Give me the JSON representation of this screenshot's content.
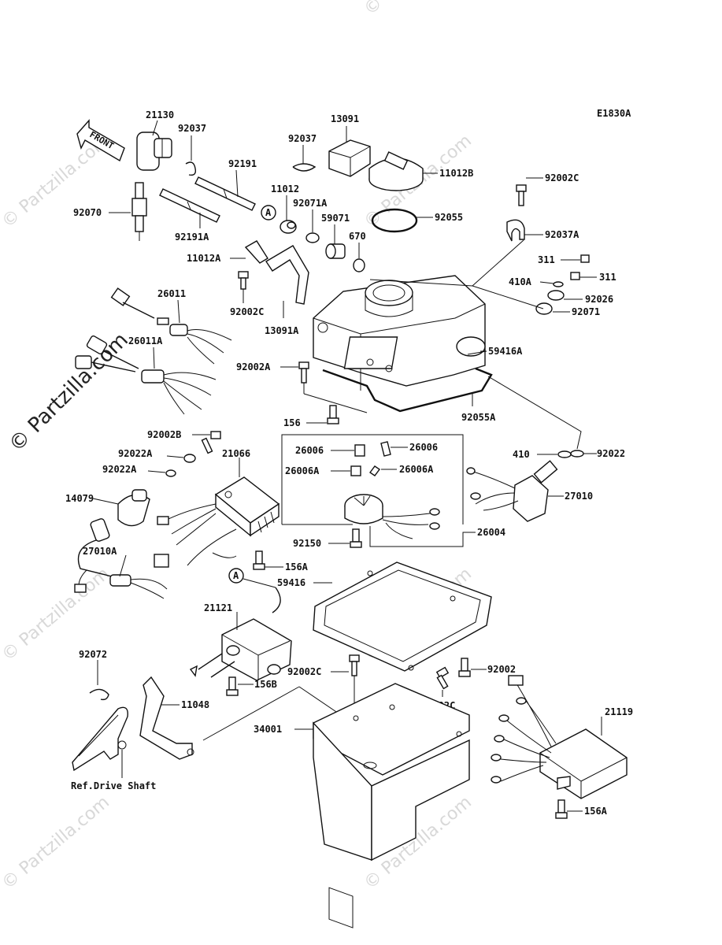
{
  "diagram_code": "E1830A",
  "front_arrow_text": "FRONT",
  "ref_note": "Ref.Drive Shaft",
  "callout_circle_letter": "A",
  "watermark_text": "© Partzilla.com",
  "side_watermark_text": "© Partzilla.com",
  "labels": {
    "p21130": "21130",
    "p92037_left": "92037",
    "p92070": "92070",
    "p92191": "92191",
    "p92191A": "92191A",
    "p92037_mid": "92037",
    "p13091": "13091",
    "p11012": "11012",
    "p92071A": "92071A",
    "p59071": "59071",
    "p11012B": "11012B",
    "p92055": "92055",
    "p670": "670",
    "p92002C_top": "92002C",
    "p92037A": "92037A",
    "p11012A": "11012A",
    "p92002C_left": "92002C",
    "p13091A": "13091A",
    "p311_a": "311",
    "p311_b": "311",
    "p410A": "410A",
    "p92026": "92026",
    "p92071": "92071",
    "p26011": "26011",
    "p26011A": "26011A",
    "p59416A": "59416A",
    "p92002A": "92002A",
    "p156": "156",
    "p92055A": "92055A",
    "p26006_l": "26006",
    "p26006_r": "26006",
    "p26006A_l": "26006A",
    "p26006A_r": "26006A",
    "p92002B": "92002B",
    "p92022A_1": "92022A",
    "p92022A_2": "92022A",
    "p21066": "21066",
    "p410": "410",
    "p92022": "92022",
    "p14079": "14079",
    "p27010": "27010",
    "p27010A": "27010A",
    "p92150": "92150",
    "p26004": "26004",
    "p156A_mid": "156A",
    "p59416": "59416",
    "p21121": "21121",
    "p92072": "92072",
    "p92002C_bot": "92002C",
    "p92002": "92002",
    "p156B": "156B",
    "p11048": "11048",
    "p92002C_bot2": "92002C",
    "p34001": "34001",
    "p21119": "21119",
    "p156A_bot": "156A"
  }
}
